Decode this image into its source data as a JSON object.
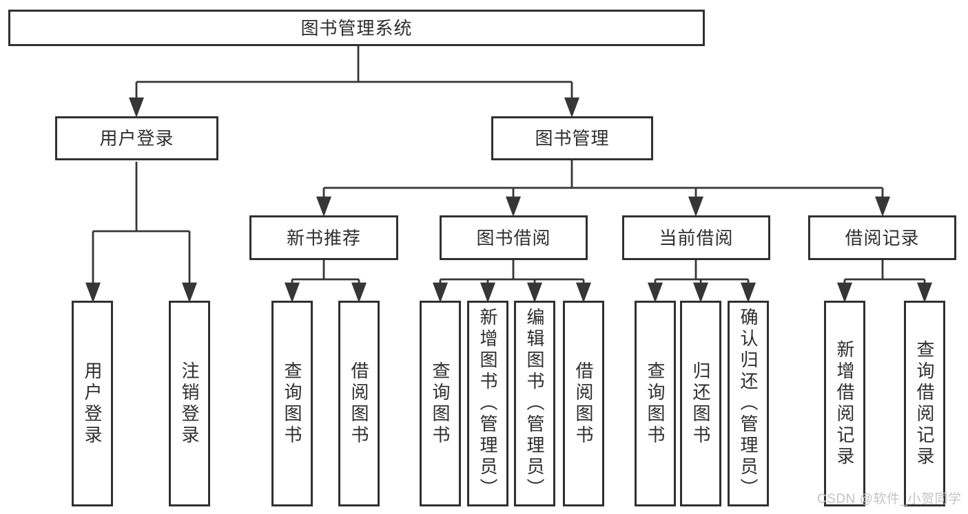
{
  "diagram_title": "图书管理系统",
  "nodes": {
    "root": {
      "label": "图书管理系统"
    },
    "level2": [
      {
        "label": "用户登录"
      },
      {
        "label": "图书管理"
      }
    ],
    "level3": [
      {
        "label": "新书推荐"
      },
      {
        "label": "图书借阅"
      },
      {
        "label": "当前借阅"
      },
      {
        "label": "借阅记录"
      }
    ],
    "leaves": [
      {
        "label": "用户登录"
      },
      {
        "label": "注销登录"
      },
      {
        "label": "查询图书"
      },
      {
        "label": "借阅图书"
      },
      {
        "label": "查询图书"
      },
      {
        "label": "新增图书（管理员）"
      },
      {
        "label": "编辑图书（管理员）"
      },
      {
        "label": "借阅图书"
      },
      {
        "label": "查询图书"
      },
      {
        "label": "归还图书"
      },
      {
        "label": "确认归还（管理员）"
      },
      {
        "label": "新增借阅记录"
      },
      {
        "label": "查询借阅记录"
      }
    ]
  },
  "watermark": "CSDN @软件_小贺同学",
  "colors": {
    "line": "#363636",
    "box_border": "#303030",
    "text": "#2e2e2e",
    "background": "#ffffff",
    "watermark": "#c3c3c3"
  }
}
